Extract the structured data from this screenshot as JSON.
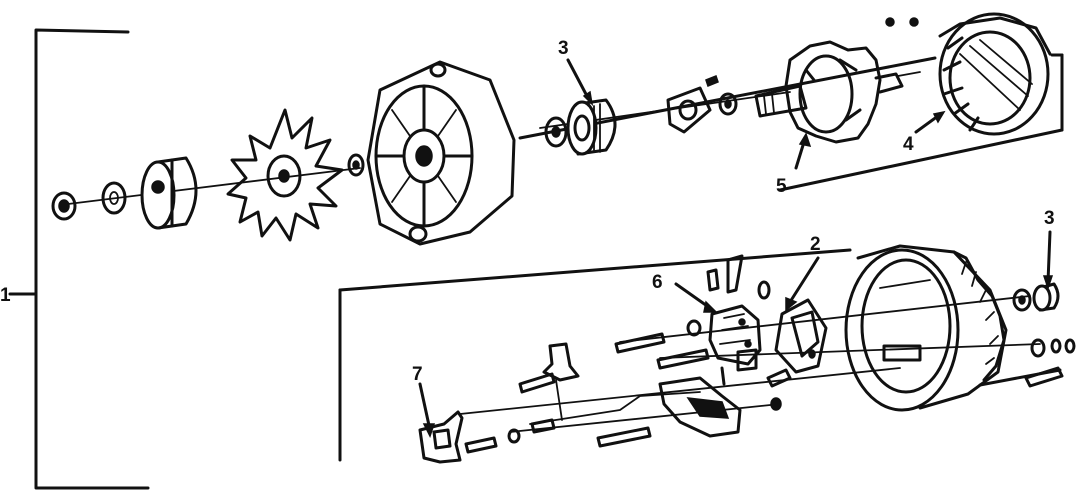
{
  "callouts": {
    "assembly": "1",
    "rectifier_bridge": "2",
    "bearing_front": "3",
    "bearing_rear": "3",
    "stator": "4",
    "rotor": "5",
    "brush_holder": "6",
    "regulator_bracket": "7"
  }
}
